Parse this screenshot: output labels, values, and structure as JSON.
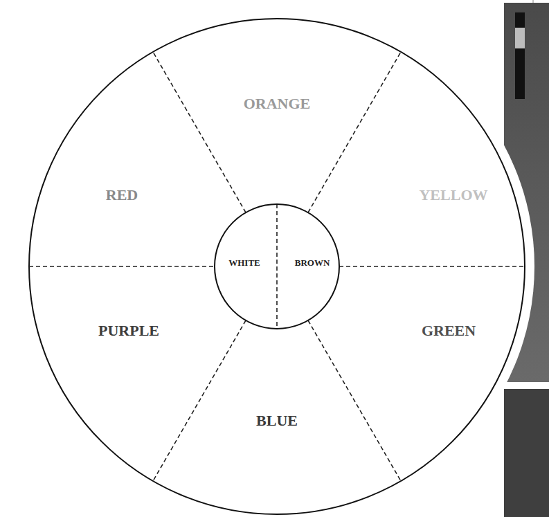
{
  "diagram": {
    "labels": [
      "ORANGE",
      "RED",
      "YELLOW",
      "WHITE",
      "BROWN",
      "PURPLE",
      "GREEN",
      "BLUE"
    ]
  }
}
